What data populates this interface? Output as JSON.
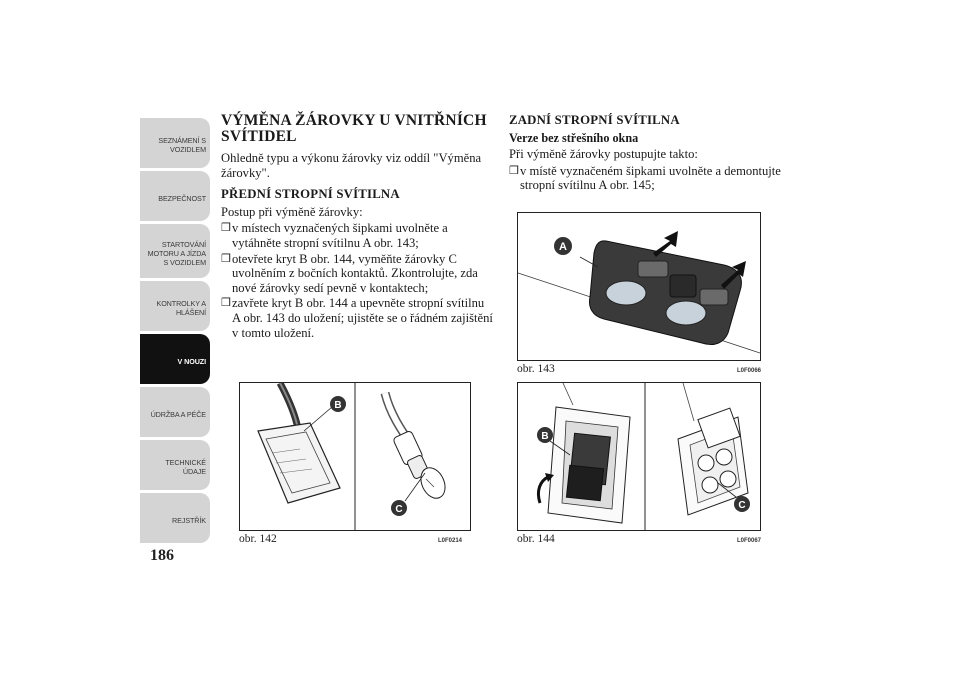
{
  "sidebar": {
    "tabs": [
      {
        "label": "SEZNÁMENÍ S\nVOZIDLEM",
        "active": false
      },
      {
        "label": "BEZPEČNOST",
        "active": false
      },
      {
        "label": "STARTOVÁNÍ\nMOTORU A JÍZDA\nS VOZIDLEM",
        "active": false
      },
      {
        "label": "KONTROLKY A\nHLÁŠENÍ",
        "active": false
      },
      {
        "label": "V NOUZI",
        "active": true
      },
      {
        "label": "ÚDRŽBA A PÉČE",
        "active": false
      },
      {
        "label": "TECHNICKÉ\nÚDAJE",
        "active": false
      },
      {
        "label": "REJSTŘÍK",
        "active": false
      }
    ]
  },
  "page_number": "186",
  "left": {
    "title": "VÝMĚNA ŽÁROVKY U VNITŘNÍCH SVÍTIDEL",
    "intro": "Ohledně typu a výkonu žárovky viz oddíl \"Výměna žárovky\".",
    "front_heading": "PŘEDNÍ STROPNÍ SVÍTILNA",
    "front_lead": "Postup při výměně žárovky:",
    "bullet_symbol": "❒",
    "front_steps": [
      "v místech vyznačených šipkami uvolněte a vytáhněte stropní svítilnu A obr. 143;",
      "otevřete kryt B obr. 144, vyměňte žárovky C uvolněním z bočních kontaktů. Zkontrolujte, zda nové žárovky sedí pevně v kontaktech;",
      "zavřete kryt B obr. 144 a upevněte stropní svítilnu A obr. 143 do uložení; ujistěte se o řádném zajištění v tomto uložení."
    ]
  },
  "right": {
    "heading": "ZADNÍ STROPNÍ SVÍTILNA",
    "subheading": "Verze bez střešního okna",
    "lead": "Při výměně žárovky postupujte takto:",
    "steps": [
      "v místě vyznačeném šipkami uvolněte a demontujte stropní svítilnu A obr. 145;"
    ]
  },
  "figures": {
    "fig142": {
      "caption": "obr. 142",
      "code": "L0F0214",
      "callouts": [
        "B",
        "C"
      ]
    },
    "fig143": {
      "caption": "obr. 143",
      "code": "L0F0066",
      "callouts": [
        "A"
      ]
    },
    "fig144": {
      "caption": "obr. 144",
      "code": "L0F0067",
      "callouts": [
        "B",
        "C"
      ]
    }
  },
  "colors": {
    "tab": "#d4d4d4",
    "tab_active": "#111111",
    "callout": "#333333"
  }
}
